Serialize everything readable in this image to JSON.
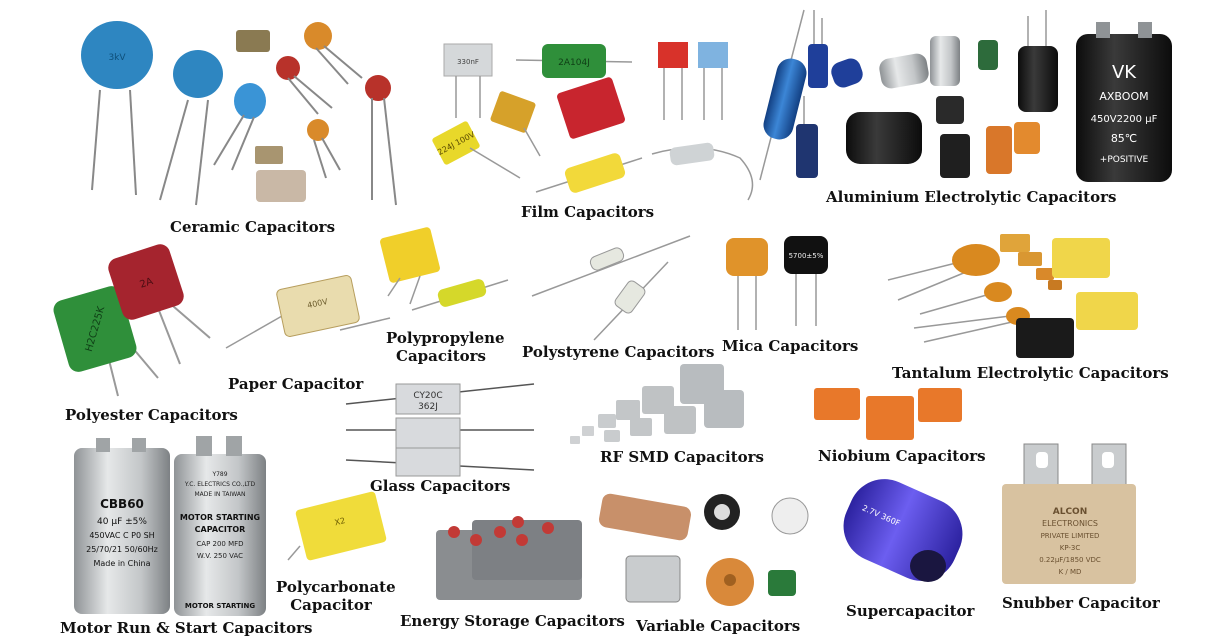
{
  "labels": {
    "ceramic": "Ceramic Capacitors",
    "film": "Film Capacitors",
    "aluminium": "Aluminium Electrolytic Capacitors",
    "polyester": "Polyester Capacitors",
    "paper": "Paper Capacitor",
    "polypropylene_1": "Polypropylene",
    "polypropylene_2": "Capacitors",
    "polystyrene": "Polystyrene Capacitors",
    "mica": "Mica Capacitors",
    "tantalum": "Tantalum Electrolytic Capacitors",
    "glass": "Glass Capacitors",
    "rf_smd": "RF SMD Capacitors",
    "niobium": "Niobium Capacitors",
    "motor": "Motor Run & Start Capacitors",
    "polycarbonate_1": "Polycarbonate",
    "polycarbonate_2": "Capacitor",
    "energy": "Energy Storage Capacitors",
    "variable": "Variable Capacitors",
    "supercap": "Supercapacitor",
    "snubber": "Snubber Capacitor"
  },
  "printed": {
    "ceramic_blue": "3kV",
    "film_white": "330nF",
    "film_green": "2A104J",
    "film_yellow": "224J 100V",
    "alu_big_1": "VK",
    "alu_big_2": "AXBOOM",
    "alu_big_3": "450V2200 μF",
    "alu_big_4": "85℃",
    "alu_big_5": "+POSITIVE",
    "polyester_green": "H2C225K",
    "polyester_red": "2A",
    "paper_face": "400V",
    "mica_black": "5700±5%",
    "glass_1": "CY20C",
    "glass_2": "362J",
    "motor_1_brand": "CBB60",
    "motor_1_l1": "40 μF ±5%",
    "motor_1_l2": "450VAC C P0 SH",
    "motor_1_l3": "25/70/21 50/60Hz",
    "motor_1_l4": "Made in China",
    "motor_2_l0": "Y789",
    "motor_2_l1": "Y.C. ELECTRICS CO.,LTD",
    "motor_2_l2": "MADE IN TAIWAN",
    "motor_2_l3": "MOTOR STARTING",
    "motor_2_l4": "CAPACITOR",
    "motor_2_l5": "CAP 200 MFD",
    "motor_2_l6": "W.V. 250 VAC",
    "motor_2_l7": "MOTOR STARTING",
    "poly_yellow": "X2",
    "super_text": "2.7V 360F",
    "snubber_1": "ALCON",
    "snubber_2": "ELECTRONICS",
    "snubber_3": "PRIVATE LIMITED",
    "snubber_4": "KP-3C",
    "snubber_5": "0.22μF/1850 VDC",
    "snubber_6": "K / MD"
  },
  "colors": {
    "ceramic_blue": "#2e86c1",
    "ceramic_orange": "#d98a2a",
    "ceramic_red": "#b8322a",
    "film_green": "#2f8f3a",
    "film_red": "#c8252e",
    "film_yellow": "#f2d93a",
    "alu_blue": "#1f5fb0",
    "alu_black": "#1a1a1a",
    "tantalum_orange": "#d9891f",
    "tantalum_yellow": "#f0d64a",
    "niobium_orange": "#e8782a",
    "super_purple": "#4b3bc4",
    "snubber_tan": "#d8c2a0",
    "energy_gray": "#8a8d90",
    "energy_red": "#c23a36",
    "motor_silver": "#c9ccce"
  }
}
